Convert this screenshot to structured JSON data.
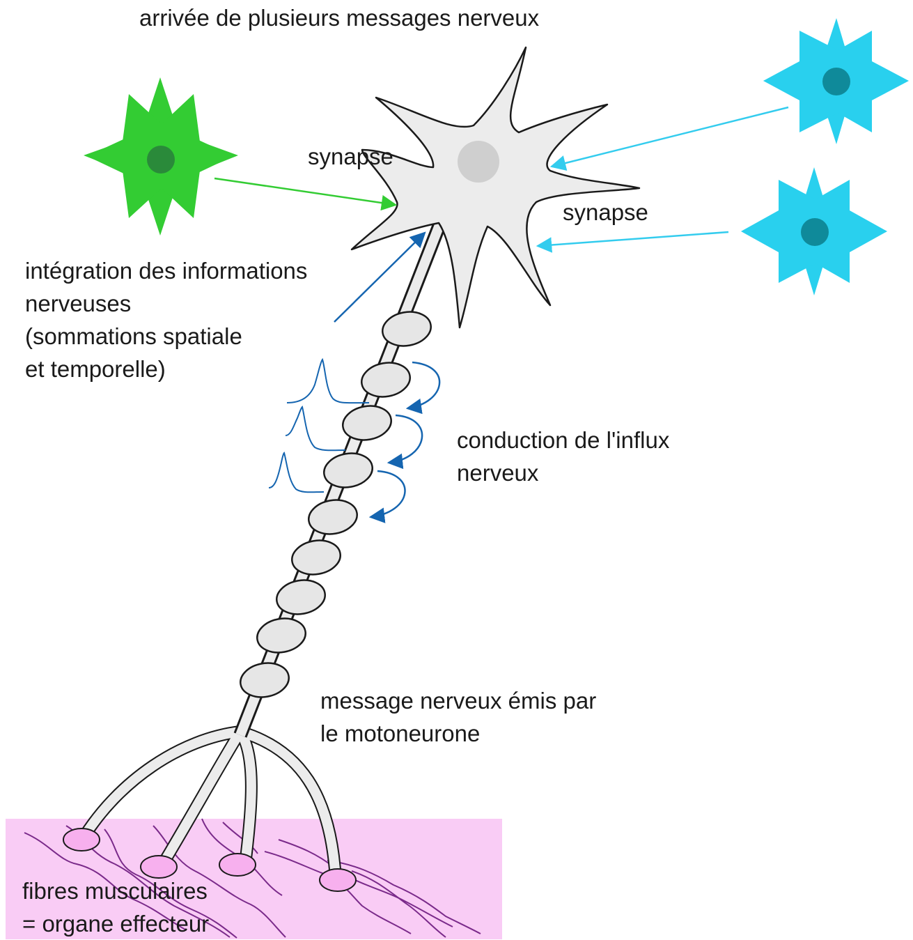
{
  "labels": {
    "title": "arrivée de plusieurs messages nerveux",
    "synapse_left": "synapse",
    "synapse_right": "synapse",
    "integration": [
      "intégration des informations",
      "nerveuses",
      "(sommations spatiale",
      "et temporelle)"
    ],
    "conduction": [
      "conduction de l'influx",
      "nerveux"
    ],
    "message": [
      "message nerveux émis par",
      "le motoneurone"
    ],
    "fibres": [
      "fibres musculaires",
      "= organe effecteur"
    ]
  },
  "colors": {
    "green_neuron": "#33cc33",
    "green_nucleus": "#2a8a3a",
    "blue_neuron": "#29d0ee",
    "blue_nucleus": "#0f8a9a",
    "motoneuron_fill": "#ececec",
    "motoneuron_nucleus": "#cfcfcf",
    "myelin_fill": "#e6e6e6",
    "arrow_dark_blue": "#1565b0",
    "arrow_light_blue": "#33ccee",
    "arrow_green": "#33cc33",
    "muscle_fill": "#f9ccf5",
    "muscle_fiber": "#7a2a8a",
    "end_plate": "#f7b0ee"
  }
}
